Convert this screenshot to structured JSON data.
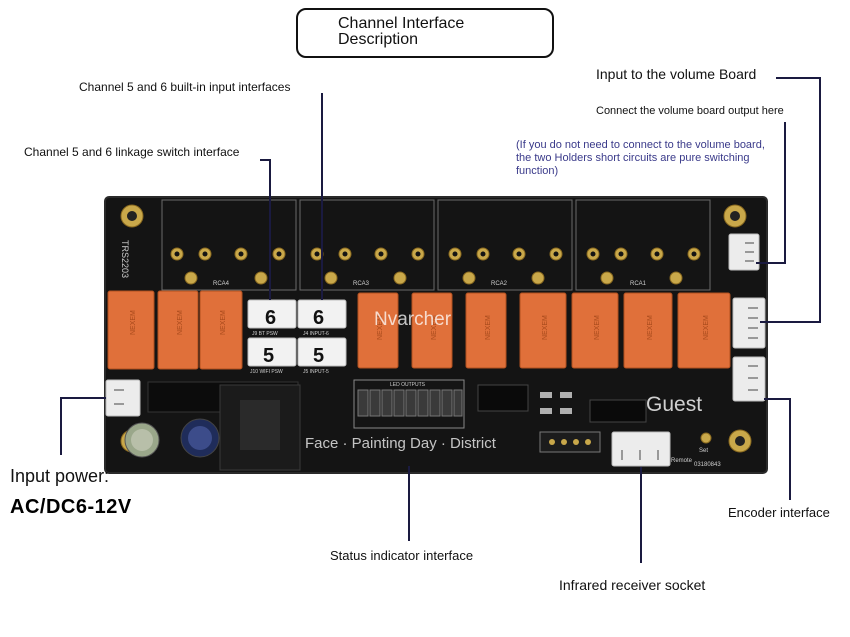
{
  "title": "Channel Interface Description",
  "labels": {
    "builtin_inputs": "Channel 5 and 6 built-in input interfaces",
    "linkage_switch": "Channel 5 and 6 linkage switch interface",
    "volume_board": "Input to the volume Board",
    "connect_volume": "Connect the volume board output here",
    "note": "(If you do not need to connect to the volume board, the two Holders short circuits are pure switching function)",
    "input_power": "Input power:",
    "power_spec": "AC/DC6-12V",
    "encoder": "Encoder interface",
    "status": "Status indicator interface",
    "infrared": "Infrared receiver socket"
  },
  "board": {
    "model": "TRS2203",
    "rca_labels": [
      "RCA4",
      "RCA3",
      "RCA2",
      "RCA1"
    ],
    "header_numbers": [
      "6",
      "6",
      "5",
      "5"
    ],
    "header_labels": [
      "J9 BT PSW",
      "J4 INPUT-6",
      "J10 WIFI PSW",
      "J5 INPUT-5"
    ],
    "relay_brand": "NEXEM",
    "led_header": "LED OUTPUTS",
    "remote_label": "Remote",
    "serial": "03180843",
    "set_label": "Set"
  },
  "watermarks": {
    "top": "Nvarcher",
    "right": "Guest",
    "bottom": "Face · Painting Day · District"
  },
  "colors": {
    "board": "#141414",
    "relay": "#e0703a",
    "line": "#1a1a40",
    "note": "#3a3a8a"
  }
}
